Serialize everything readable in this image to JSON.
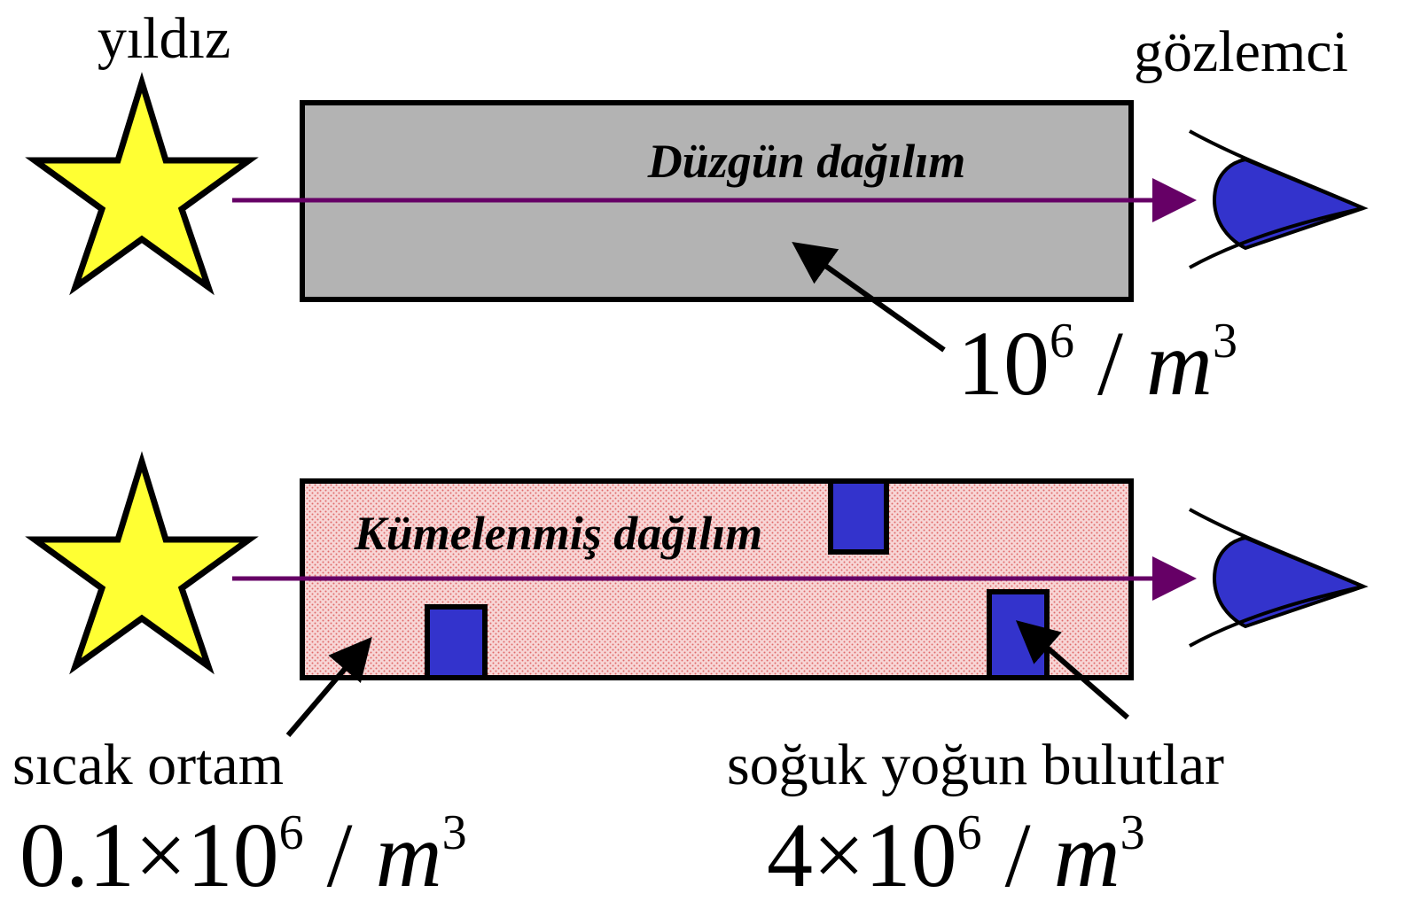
{
  "labels": {
    "star": "yıldız",
    "observer": "gözlemci",
    "uniform_title": "Düzgün dağılım",
    "clumped_title": "Kümelenmiş dağılım",
    "hot_medium": "sıcak ortam",
    "cold_clouds": "soğuk yoğun bulutlar"
  },
  "densities": {
    "uniform": {
      "base": "10",
      "exp": "6",
      "sep": " / ",
      "unit": "m",
      "unit_exp": "3"
    },
    "hot": {
      "coef": "0.1×10",
      "exp": "6",
      "sep": " / ",
      "unit": "m",
      "unit_exp": "3"
    },
    "cold": {
      "coef": "4×10",
      "exp": "6",
      "sep": " / ",
      "unit": "m",
      "unit_exp": "3"
    }
  },
  "colors": {
    "star_fill": "#ffff33",
    "uniform_box": "#b3b3b3",
    "clumped_box": "#f5c8c8",
    "cloud_fill": "#3333cc",
    "eye_fill": "#3333cc",
    "ray": "#660066"
  }
}
